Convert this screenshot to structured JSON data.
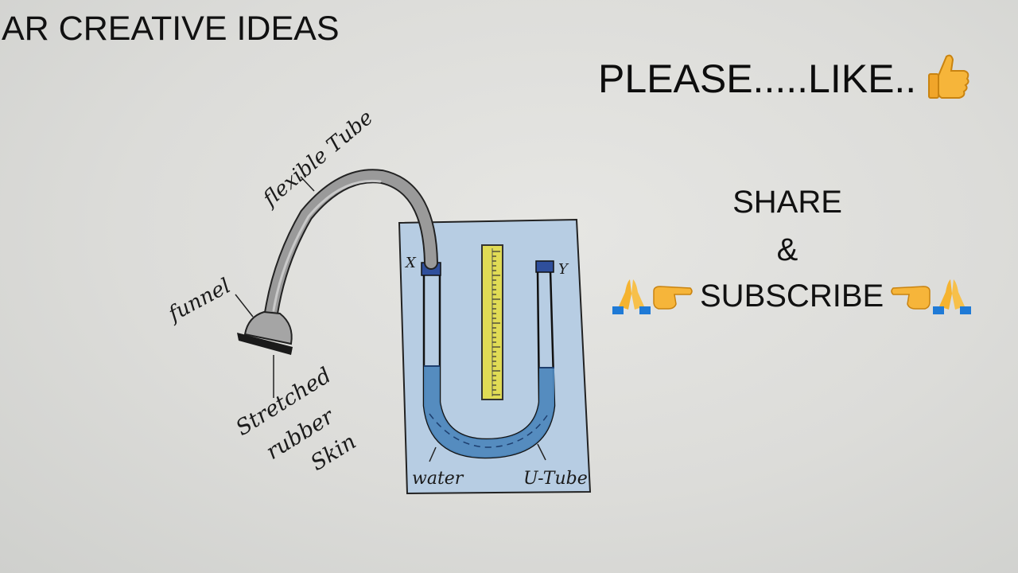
{
  "header": {
    "channel_name": "AR CREATIVE IDEAS"
  },
  "promo": {
    "like_text": "PLEASE.....LIKE..",
    "share_text": "SHARE",
    "ampersand": "&",
    "subscribe_text": "SUBSCRIBE",
    "icons": [
      "thumbs-up-icon",
      "folded-hands-icon",
      "pointing-right-icon",
      "pointing-left-icon",
      "folded-hands-icon"
    ]
  },
  "diagram": {
    "labels": {
      "flexible_tube": "flexible Tube",
      "funnel": "funnel",
      "stretched": "Stretched",
      "rubber": "rubber",
      "skin": "Skin",
      "water": "water",
      "u_tube": "U-Tube",
      "x": "X",
      "y": "Y"
    },
    "colors": {
      "board": "#b7cde3",
      "water": "#4f88bd",
      "scale": "#e0db55",
      "clip": "#2f4f9c",
      "tube": "#9a9a9a"
    }
  }
}
